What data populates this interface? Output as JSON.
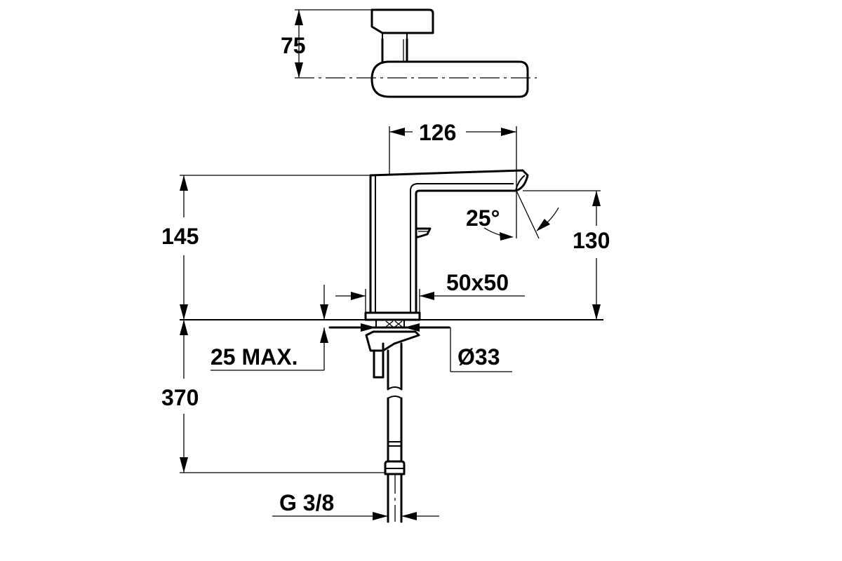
{
  "dimensions": {
    "d75": "75",
    "d126": "126",
    "d145": "145",
    "d25deg": "25°",
    "d130": "130",
    "d50x50": "50x50",
    "d25max": "25 MAX.",
    "d33": "Ø33",
    "d370": "370",
    "g38": "G 3/8"
  }
}
